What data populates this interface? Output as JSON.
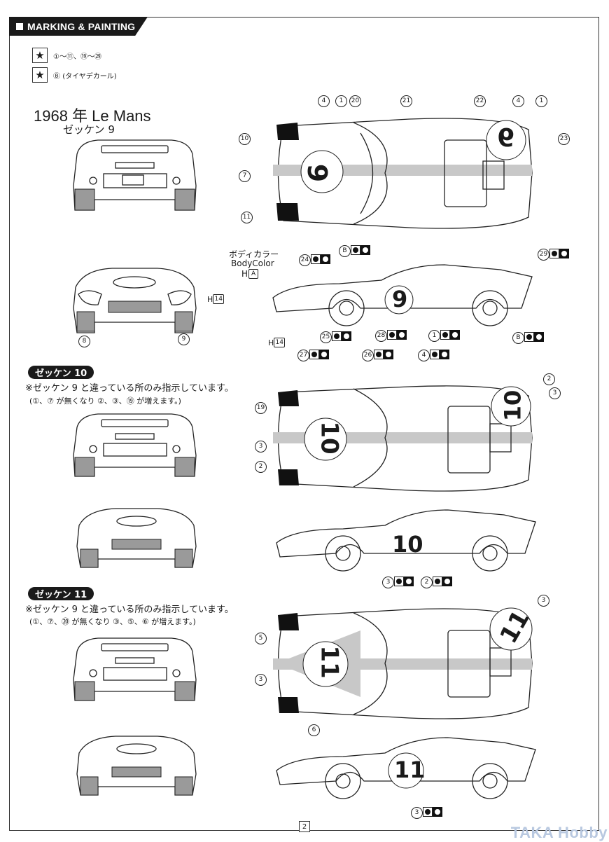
{
  "header": {
    "title": "MARKING & PAINTING"
  },
  "legend": [
    {
      "icon": "star-icon",
      "text_parts": [
        "①",
        "〜",
        "⑪",
        "、",
        "⑲",
        "〜",
        "㉙"
      ]
    },
    {
      "icon": "star-icon",
      "text_parts": [
        "Ⓑ",
        "(タイヤデカール)"
      ]
    }
  ],
  "main": {
    "title": "1968 年 Le Mans",
    "subtitle": "ゼッケン 9",
    "body_color_label": "ボディカラー",
    "body_color_label_en": "BodyColor",
    "body_color_code": "H",
    "body_color_code_box": "A",
    "h14_label": "H",
    "h14_box": "14",
    "top_view_callouts": [
      "4",
      "1",
      "20",
      "21",
      "22",
      "4",
      "1",
      "23",
      "10",
      "7",
      "11"
    ],
    "side_view_callouts": [
      "24",
      "B",
      "29",
      "25",
      "27",
      "26",
      "28",
      "1",
      "4",
      "B"
    ],
    "front_view_callouts": [
      "8",
      "9"
    ],
    "race_number": "9"
  },
  "section10": {
    "badge": "ゼッケン 10",
    "note": "※ゼッケン 9 と違っている所のみ指示しています。",
    "change_note": "(①、⑦ が無くなり ②、③、⑲ が増えます。)",
    "top_view_callouts": [
      "19",
      "3",
      "2",
      "2",
      "3"
    ],
    "side_view_callouts": [
      "3",
      "2"
    ],
    "race_number": "10"
  },
  "section11": {
    "badge": "ゼッケン 11",
    "note": "※ゼッケン 9 と違っている所のみ指示しています。",
    "change_note": "(①、⑦、⑳ が無くなり ③、⑤、⑥ が増えます。)",
    "top_view_callouts": [
      "5",
      "3",
      "6",
      "3"
    ],
    "side_view_callouts": [
      "3"
    ],
    "race_number": "11"
  },
  "footer": {
    "page_number": "2",
    "watermark": "TAKA Hobby"
  }
}
